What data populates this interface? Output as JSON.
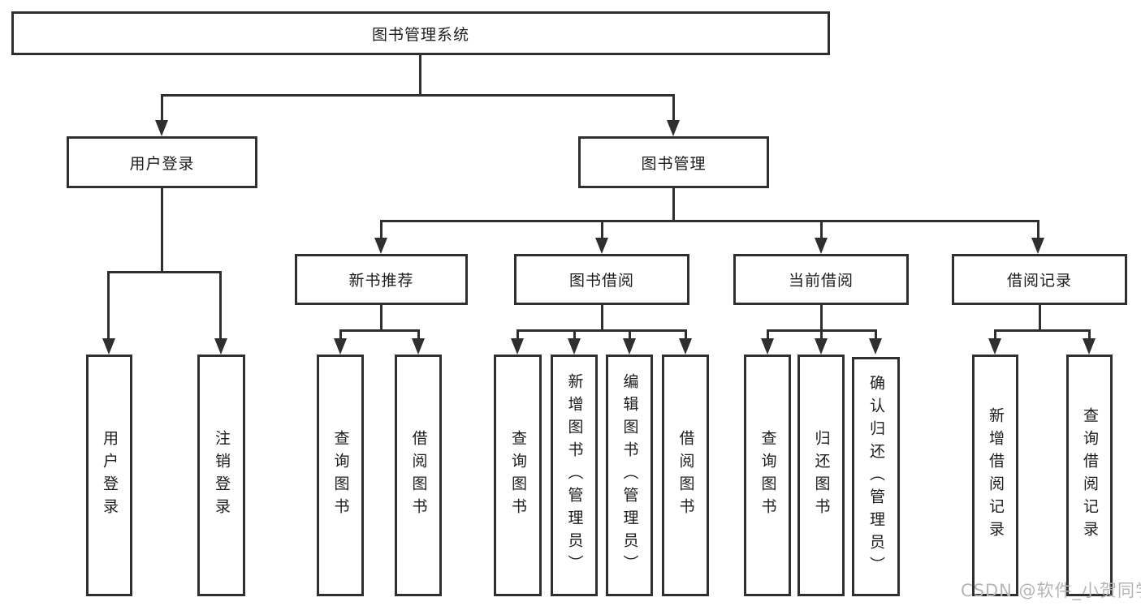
{
  "diagram_type": "hierarchy-tree",
  "colors": {
    "line": "#2f2f2f",
    "box_border": "#2f2f2f",
    "text": "#1c1c1c",
    "watermark_text_color": "#b5b5b5",
    "background": "#ffffff"
  },
  "watermark": {
    "text": "CSDN @软件_小贺同学"
  },
  "hierarchy": {
    "label": "图书管理系统",
    "children": [
      {
        "label": "用户登录",
        "children": [
          {
            "label": "用户登录"
          },
          {
            "label": "注销登录"
          }
        ]
      },
      {
        "label": "图书管理",
        "children": [
          {
            "label": "新书推荐",
            "children": [
              {
                "label": "查询图书"
              },
              {
                "label": "借阅图书"
              }
            ]
          },
          {
            "label": "图书借阅",
            "children": [
              {
                "label": "查询图书"
              },
              {
                "label": "新增图书（管理员）"
              },
              {
                "label": "编辑图书（管理员）"
              },
              {
                "label": "借阅图书"
              }
            ]
          },
          {
            "label": "当前借阅",
            "children": [
              {
                "label": "查询图书"
              },
              {
                "label": "归还图书"
              },
              {
                "label": "确认归还（管理员）"
              }
            ]
          },
          {
            "label": "借阅记录",
            "children": [
              {
                "label": "新增借阅记录"
              },
              {
                "label": "查询借阅记录"
              }
            ]
          }
        ]
      }
    ]
  }
}
